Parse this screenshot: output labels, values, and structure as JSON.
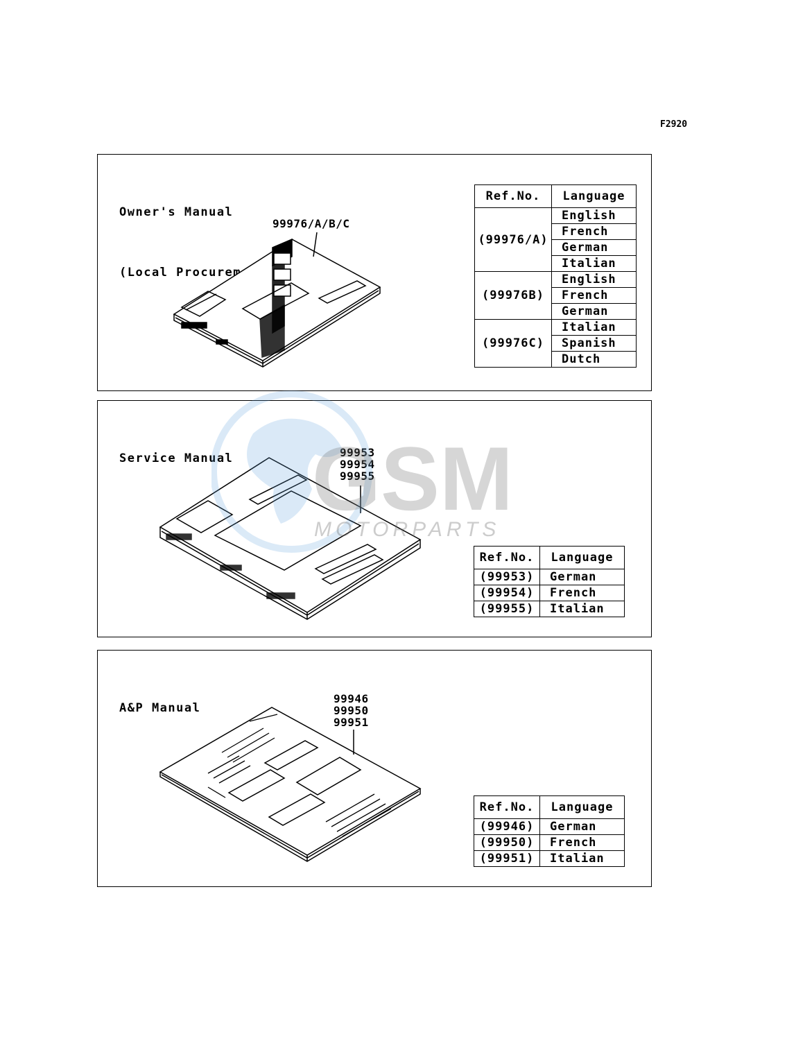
{
  "figure_code": "F2920",
  "sections": [
    {
      "title_lines": [
        "Owner's Manual",
        "(Local Procurement)"
      ],
      "ref_labels": [
        "99976/A/B/C"
      ],
      "table": {
        "headers": [
          "Ref.No.",
          "Language"
        ],
        "groups": [
          {
            "ref": "(99976/A)",
            "languages": [
              "English",
              "French",
              "German",
              "Italian"
            ]
          },
          {
            "ref": "(99976B)",
            "languages": [
              "English",
              "French",
              "German"
            ]
          },
          {
            "ref": "(99976C)",
            "languages": [
              "Italian",
              "Spanish",
              "Dutch"
            ]
          }
        ]
      }
    },
    {
      "title_lines": [
        "Service Manual"
      ],
      "ref_labels": [
        "99953",
        "99954",
        "99955"
      ],
      "table": {
        "headers": [
          "Ref.No.",
          "Language"
        ],
        "groups": [
          {
            "ref": "(99953)",
            "languages": [
              "German"
            ]
          },
          {
            "ref": "(99954)",
            "languages": [
              "French"
            ]
          },
          {
            "ref": "(99955)",
            "languages": [
              "Italian"
            ]
          }
        ]
      }
    },
    {
      "title_lines": [
        "A&P Manual"
      ],
      "ref_labels": [
        "99946",
        "99950",
        "99951"
      ],
      "table": {
        "headers": [
          "Ref.No.",
          "Language"
        ],
        "groups": [
          {
            "ref": "(99946)",
            "languages": [
              "German"
            ]
          },
          {
            "ref": "(99950)",
            "languages": [
              "French"
            ]
          },
          {
            "ref": "(99951)",
            "languages": [
              "Italian"
            ]
          }
        ]
      }
    }
  ],
  "watermark": {
    "brand": "GSM",
    "tagline": "MOTORPARTS",
    "color": "#5aa0dc"
  }
}
